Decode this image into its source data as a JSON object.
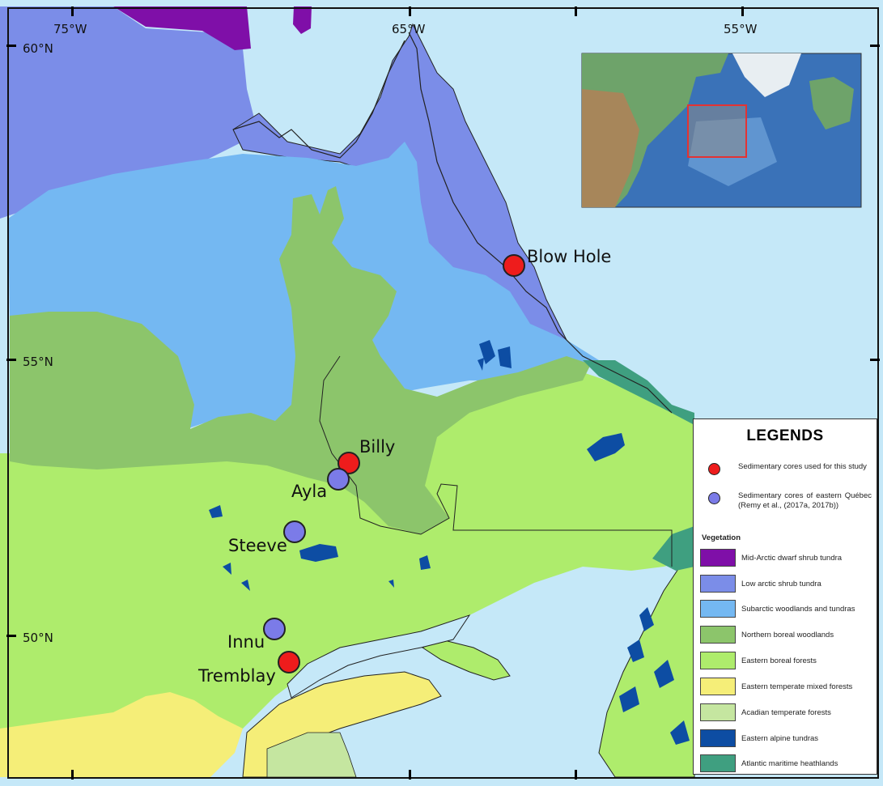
{
  "longitude_labels": [
    "75°W",
    "65°W",
    "55°W"
  ],
  "latitude_labels": [
    "60°N",
    "55°N",
    "50°N"
  ],
  "sites": [
    {
      "name": "Blow Hole",
      "group": "this_study"
    },
    {
      "name": "Billy",
      "group": "this_study"
    },
    {
      "name": "Ayla",
      "group": "eastern_quebec"
    },
    {
      "name": "Steeve",
      "group": "eastern_quebec"
    },
    {
      "name": "Innu",
      "group": "eastern_quebec"
    },
    {
      "name": "Tremblay",
      "group": "this_study"
    }
  ],
  "legend": {
    "title": "LEGENDS",
    "cores": [
      {
        "text": "Sedimentary cores used for this study",
        "color": "#ee1c1c"
      },
      {
        "text": "Sedimentary cores of eastern Québec (Remy et al., (2017a, 2017b))",
        "color": "#7b7be8"
      }
    ],
    "vegetation_heading": "Vegetation",
    "vegetation": [
      {
        "label": "Mid-Arctic dwarf shrub tundra",
        "color": "#7f0fa8"
      },
      {
        "label": "Low arctic shrub tundra",
        "color": "#7b8de8"
      },
      {
        "label": "Subarctic woodlands and tundras",
        "color": "#74b8f2"
      },
      {
        "label": "Northern boreal woodlands",
        "color": "#8cc56b"
      },
      {
        "label": "Eastern boreal forests",
        "color": "#aeec6c"
      },
      {
        "label": "Eastern temperate mixed forests",
        "color": "#f5ee78"
      },
      {
        "label": "Acadian temperate forests",
        "color": "#c5e6a0"
      },
      {
        "label": "Eastern alpine tundras",
        "color": "#0d4da3"
      },
      {
        "label": "Atlantic maritime heathlands",
        "color": "#3f9f80"
      }
    ]
  },
  "colors": {
    "water": "#c5e8f8",
    "coast": "#222222",
    "inset_frame": "#e33333"
  }
}
